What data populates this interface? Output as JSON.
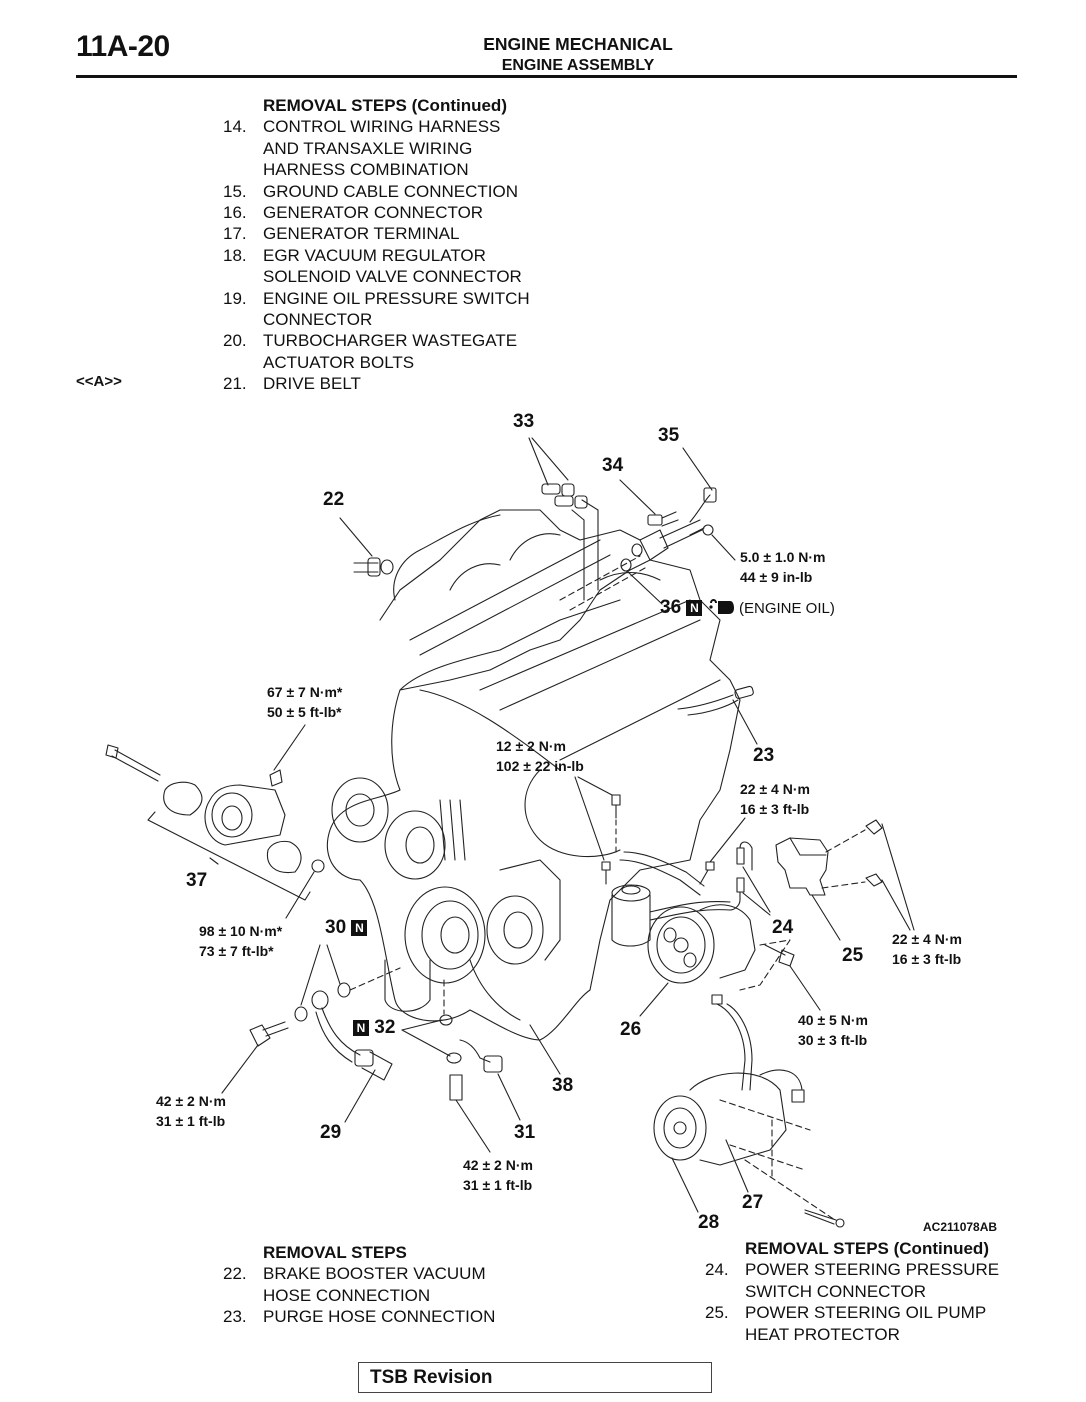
{
  "header": {
    "page_number": "11A-20",
    "section": "ENGINE MECHANICAL",
    "subsection": "ENGINE ASSEMBLY"
  },
  "top_steps": {
    "heading": "REMOVAL STEPS (Continued)",
    "reference_mark": "<<A>>",
    "items": [
      {
        "num": "14.",
        "text": "CONTROL WIRING HARNESS\nAND TRANSAXLE WIRING\nHARNESS COMBINATION"
      },
      {
        "num": "15.",
        "text": "GROUND CABLE CONNECTION"
      },
      {
        "num": "16.",
        "text": "GENERATOR CONNECTOR"
      },
      {
        "num": "17.",
        "text": "GENERATOR TERMINAL"
      },
      {
        "num": "18.",
        "text": "EGR VACUUM REGULATOR\nSOLENOID VALVE CONNECTOR"
      },
      {
        "num": "19.",
        "text": "ENGINE OIL PRESSURE SWITCH\nCONNECTOR"
      },
      {
        "num": "20.",
        "text": "TURBOCHARGER WASTEGATE\nACTUATOR BOLTS"
      },
      {
        "num": "21.",
        "text": "DRIVE BELT"
      }
    ]
  },
  "diagram": {
    "figure_code": "AC211078AB",
    "callouts": {
      "c22": "22",
      "c23": "23",
      "c24": "24",
      "c25": "25",
      "c26": "26",
      "c27": "27",
      "c28": "28",
      "c29": "29",
      "c30": "30",
      "c31": "31",
      "c32": "32",
      "c33": "33",
      "c34": "34",
      "c35": "35",
      "c36": "36",
      "c37": "37",
      "c38": "38"
    },
    "new_part_mark": "N",
    "engine_oil_note": "(ENGINE OIL)",
    "torques": {
      "t35": "5.0 ± 1.0 N·m\n44 ± 9 in-lb",
      "t37_top": "67 ± 7 N·m*\n50 ± 5 ft-lb*",
      "t_mid": "12 ± 2 N·m\n102 ± 22 in-lb",
      "t24": "22 ± 4 N·m\n16 ± 3 ft-lb",
      "t25": "22 ± 4 N·m\n16 ± 3 ft-lb",
      "t37_nut": "98 ± 10 N·m*\n73 ± 7 ft-lb*",
      "t26": "40 ± 5 N·m\n30 ± 3 ft-lb",
      "t29": "42 ± 2 N·m\n31 ± 1 ft-lb",
      "t31": "42 ± 2 N·m\n31 ± 1 ft-lb"
    }
  },
  "bottom_left_steps": {
    "heading": "REMOVAL STEPS",
    "items": [
      {
        "num": "22.",
        "text": "BRAKE BOOSTER VACUUM\nHOSE CONNECTION"
      },
      {
        "num": "23.",
        "text": "PURGE HOSE CONNECTION"
      }
    ]
  },
  "bottom_right_steps": {
    "heading": "REMOVAL STEPS (Continued)",
    "items": [
      {
        "num": "24.",
        "text": "POWER STEERING PRESSURE\nSWITCH CONNECTOR"
      },
      {
        "num": "25.",
        "text": "POWER STEERING OIL PUMP\nHEAT PROTECTOR"
      }
    ]
  },
  "footer": {
    "tsb_label": "TSB Revision"
  }
}
